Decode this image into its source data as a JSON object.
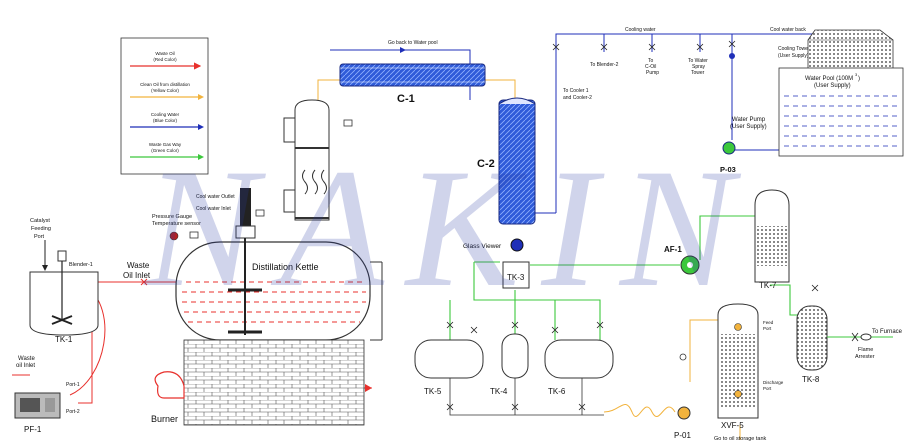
{
  "legend": {
    "waste_oil": "Waste Oil",
    "waste_oil_sub": "(Red Color)",
    "clean_oil": "Clean Oil from distillation",
    "clean_oil_sub": "(Yellow Color)",
    "cooling_water": "Cooling Water",
    "cooling_water_sub": "(Blue Color)",
    "waste_gas": "Waste Gas Way",
    "waste_gas_sub": "(Green Color)"
  },
  "watermark": "NAKIN",
  "labels": {
    "c1": "C-1",
    "c2": "C-2",
    "go_back": "Go back to Water pool",
    "cooling_water_top": "Cooling water",
    "to_cooler": "To Cooler 1",
    "and_cooler": "and Cooler-2",
    "to_blender": "To Blender-2",
    "to_coil_a": "To",
    "to_coil_b": "C-Oil",
    "to_coil_c": "Pump",
    "to_water_a": "To Water",
    "to_water_b": "Spray",
    "to_water_c": "Tower",
    "cool_water_back": "Cool water back",
    "cooling_tower_a": "Cooling Tower",
    "cooling_tower_b": "(User Supply)",
    "water_pool_a": "Water Pool (100M",
    "water_pool_sup": "3",
    "water_pool_b": "(User Supply)",
    "water_pump_a": "Water Pump",
    "water_pump_b": "(User Supply)",
    "p03": "P-03",
    "catalyst_a": "Catalyst",
    "catalyst_b": "Feeding",
    "catalyst_c": "Port",
    "blender1": "Blender-1",
    "tk1": "TK-1",
    "waste_inlet_a": "Waste",
    "waste_inlet_b": "oil Inlet",
    "port1": "Port-1",
    "port2": "Port-2",
    "pf1": "PF-1",
    "waste_oil_inlet_a": "Waste",
    "waste_oil_inlet_b": "Oil Inlet",
    "pressure_a": "Pressure Gauge",
    "pressure_b": "Temperature sensor",
    "cool_outlet": "Cool water Outlet",
    "cool_inlet": "Cool water Inlet",
    "kettle": "Distillation Kettle",
    "burner": "Burner",
    "glass_viewer": "Glass Viewer",
    "tk3": "TK-3",
    "af1": "AF-1",
    "tk7": "TK-7",
    "tk5": "TK-5",
    "tk4": "TK-4",
    "tk6": "TK-6",
    "feed_a": "Feed",
    "feed_b": "Port",
    "discharge_a": "Discharge",
    "discharge_b": "Port",
    "xvf5": "XVF-5",
    "p01": "P-01",
    "tk8": "TK-8",
    "to_furnace": "To Furnace",
    "flame_a": "Flame",
    "flame_b": "Arrester",
    "go_storage": "Go to oil storage tank"
  },
  "colors": {
    "waste_oil": "#e8302c",
    "clean_oil": "#f2b33d",
    "cooling_water": "#1f2fb8",
    "waste_gas": "#3cc83c"
  }
}
